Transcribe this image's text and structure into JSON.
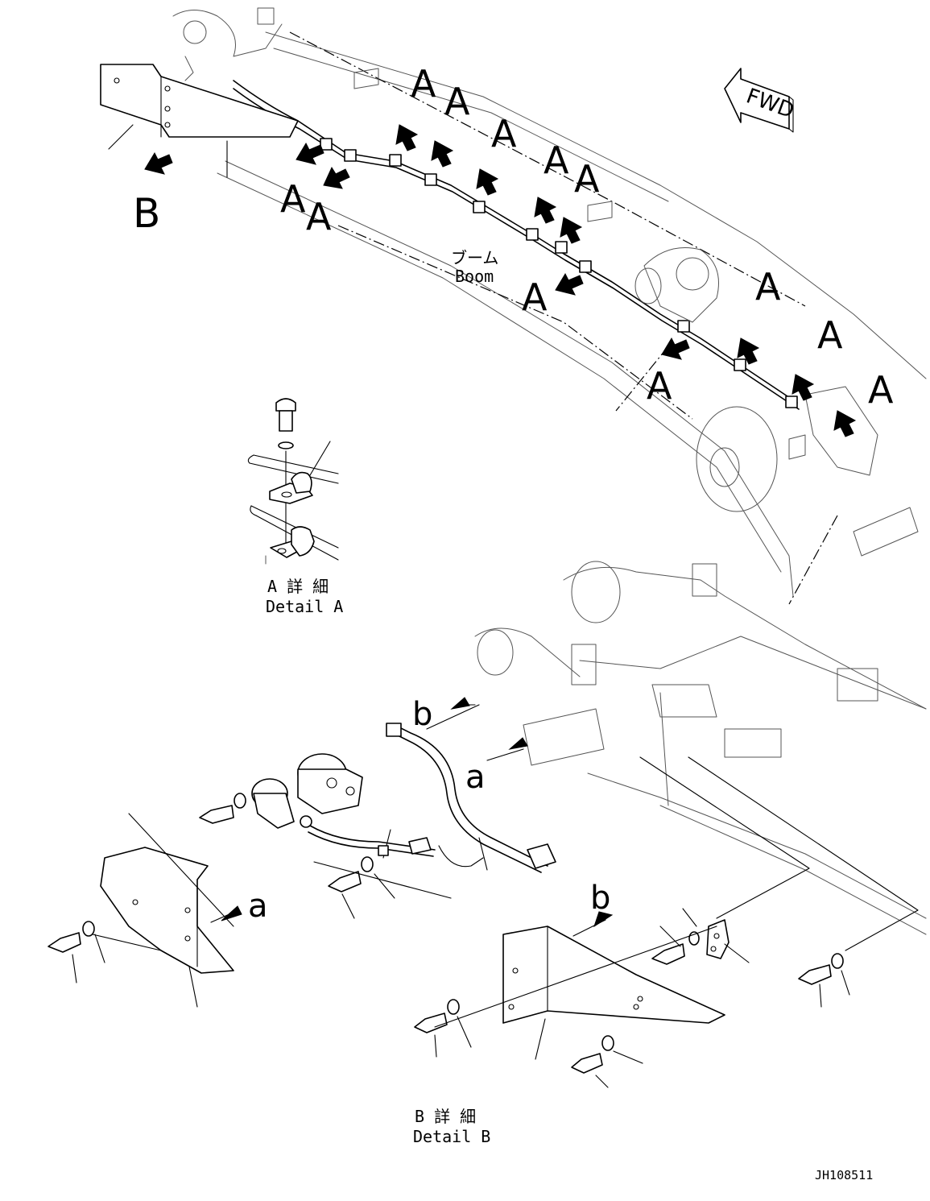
{
  "fwd_label": "FWD",
  "callout_A": "A",
  "callout_B": "B",
  "callout_a": "a",
  "callout_b": "b",
  "boom": {
    "label_jp": "ブーム",
    "label_en": "Boom"
  },
  "detail_a": {
    "title_jp": "A 詳 細",
    "title_en": "Detail A"
  },
  "detail_b": {
    "title_jp": "B 詳 細",
    "title_en": "Detail B"
  },
  "drawing_number": "JH108511"
}
